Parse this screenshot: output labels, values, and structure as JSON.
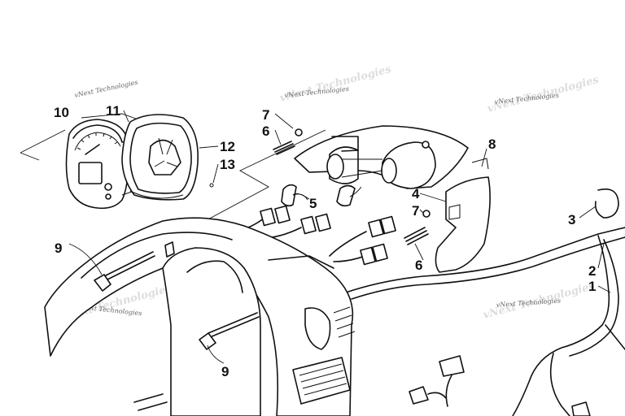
{
  "callouts": {
    "c1": "1",
    "c2": "2",
    "c3": "3",
    "c4": "4",
    "c5": "5",
    "c6a": "6",
    "c6b": "6",
    "c7a": "7",
    "c7b": "7",
    "c8": "8",
    "c9a": "9",
    "c9b": "9",
    "c10": "10",
    "c11": "11",
    "c12": "12",
    "c13": "13"
  },
  "watermark": "vNext Technologies"
}
